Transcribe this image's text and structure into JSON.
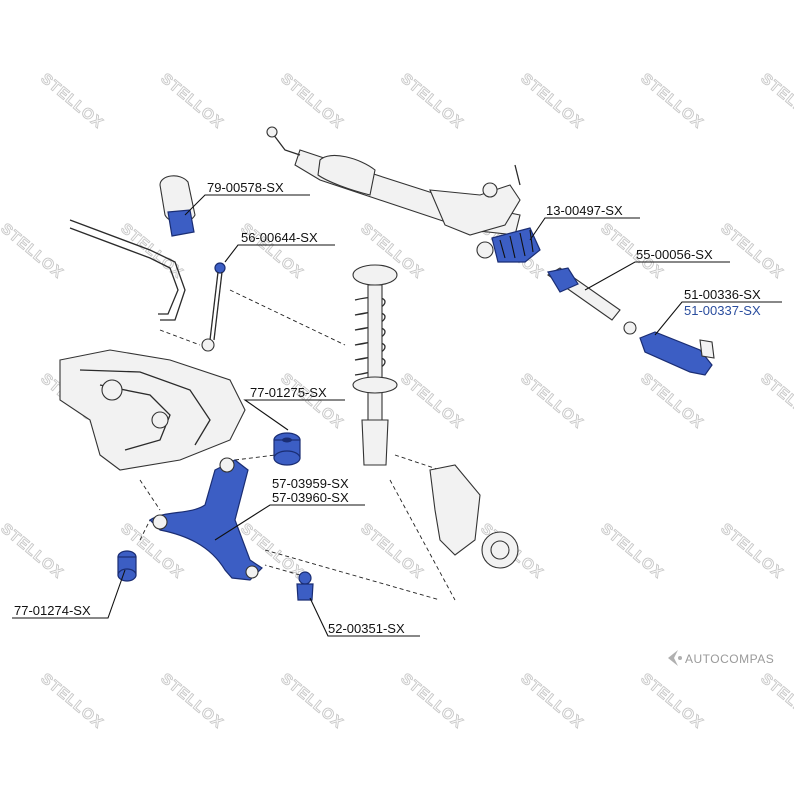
{
  "diagram": {
    "part_numbers": {
      "stabilizer_bushing": "79-00578-SX",
      "stabilizer_link": "56-00644-SX",
      "steering_boot": "13-00497-SX",
      "inner_tie_rod": "55-00056-SX",
      "tie_rod_end_left": "51-00336-SX",
      "tie_rod_end_right": "51-00337-SX",
      "subframe_mount": "77-01275-SX",
      "control_arm_left": "57-03959-SX",
      "control_arm_right": "57-03960-SX",
      "arm_bushing": "77-01274-SX",
      "ball_joint": "52-00351-SX"
    },
    "watermark_text": "STELLOX",
    "brand_text": "AUTOCOMPAS",
    "colors": {
      "highlight_part": "#3c5ec4",
      "outline": "#2b2b2b",
      "watermark": "#c8c8c8",
      "alt_label": "#2a4d9e"
    }
  }
}
